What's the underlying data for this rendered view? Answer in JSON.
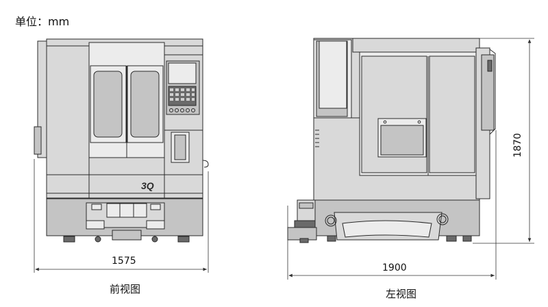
{
  "unit_label": "单位：mm",
  "front_view": {
    "caption": "前视图",
    "width_dim": "1575",
    "logo": "3Q"
  },
  "left_view": {
    "caption": "左视图",
    "width_dim": "1900",
    "height_dim": "1870"
  },
  "colors": {
    "body": "#d9d9d9",
    "dark": "#6a6a6a",
    "line": "#2a2a2a"
  }
}
